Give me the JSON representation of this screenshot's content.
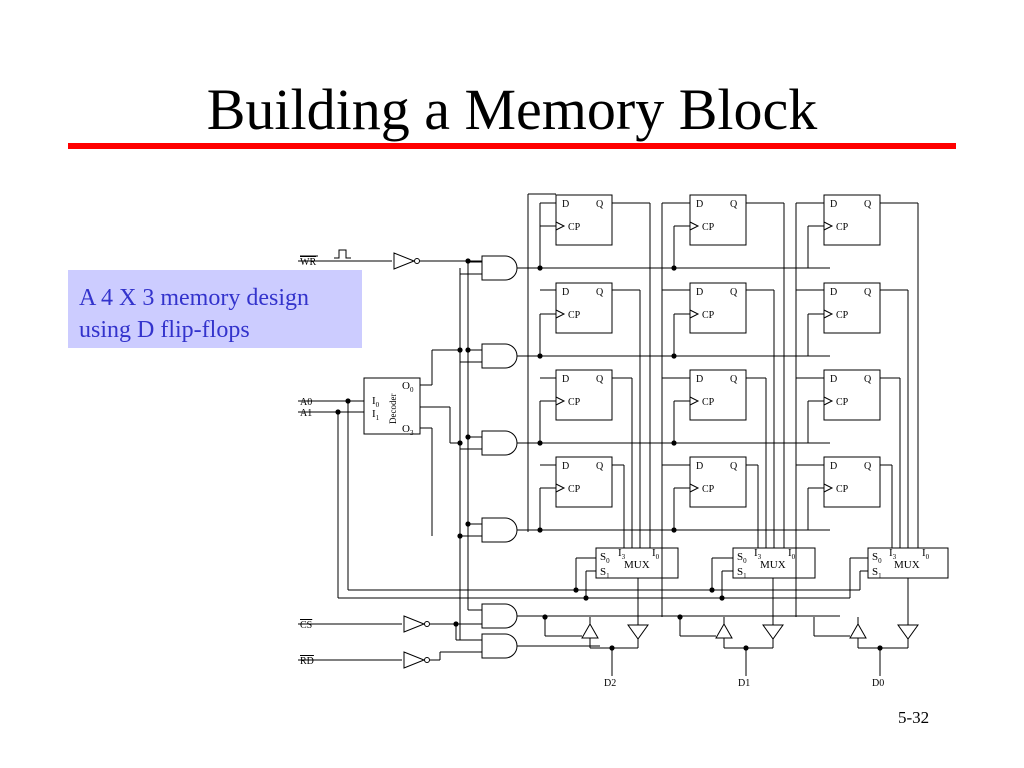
{
  "slide": {
    "title": "Building a Memory Block",
    "callout_lines": [
      "A 4 X 3 memory design",
      "using D flip-flops"
    ],
    "page_number": "5-32",
    "colors": {
      "title_rule": "#ff0000",
      "callout_bg": "#ccccff",
      "callout_text": "#3333cc"
    }
  },
  "diagram": {
    "inputs": {
      "wr": "WR",
      "a0": "A0",
      "a1": "A1",
      "cs": "CS",
      "rd": "RD"
    },
    "decoder": {
      "label": "Decoder",
      "i0": "I",
      "i0_sub": "0",
      "i1": "I",
      "i1_sub": "1",
      "o0": "O",
      "o0_sub": "0",
      "o3": "O",
      "o3_sub": "3"
    },
    "flip_flop": {
      "d": "D",
      "q": "Q",
      "cp": "CP"
    },
    "mux": {
      "label": "MUX",
      "s0": "S",
      "s0_sub": "0",
      "s1": "S",
      "s1_sub": "1",
      "i3": "I",
      "i3_sub": "3",
      "i0": "I",
      "i0_sub": "0"
    },
    "outputs": [
      "D2",
      "D1",
      "D0"
    ]
  }
}
